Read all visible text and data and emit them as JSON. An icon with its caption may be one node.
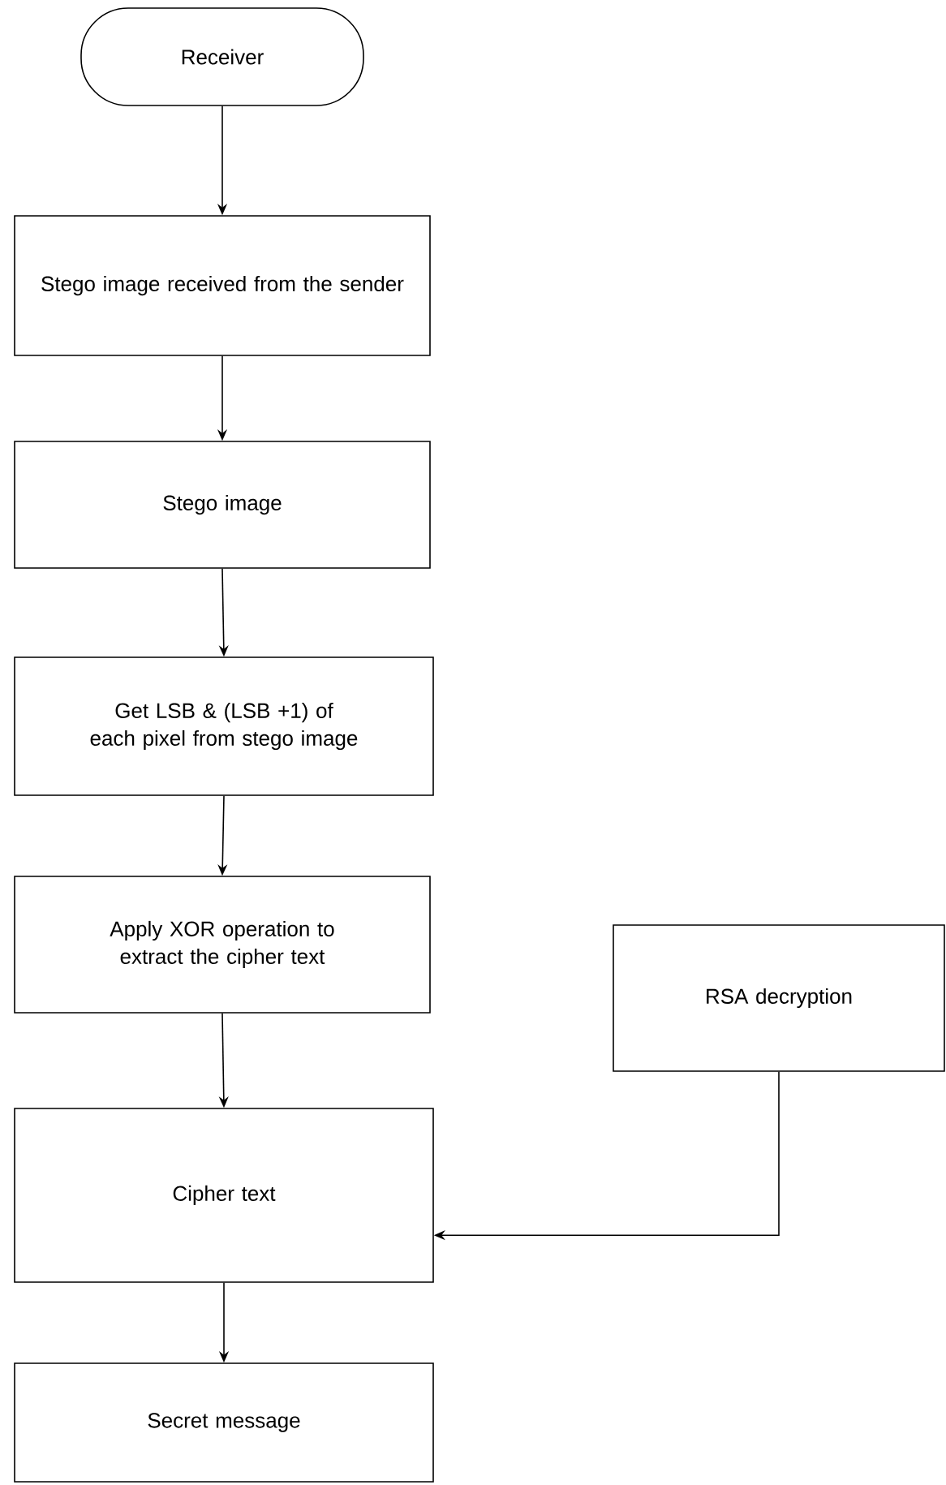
{
  "diagram": {
    "nodes": [
      {
        "text": [
          "Receiver"
        ]
      },
      {
        "text": [
          "Stego image received from the sender"
        ]
      },
      {
        "text": [
          "Stego image"
        ]
      },
      {
        "text": [
          "Get LSB & (LSB +1) of each pixel from stego image"
        ]
      },
      {
        "text": [
          "Apply XOR operation to extract the cipher text"
        ]
      },
      {
        "text": [
          "Cipher text"
        ]
      },
      {
        "text": [
          "RSA decryption"
        ]
      },
      {
        "text": [
          "Secret message"
        ]
      }
    ],
    "edges": [
      {
        "from": 0,
        "to": 1,
        "arrow": "to"
      },
      {
        "from": 1,
        "to": 2,
        "arrow": "to"
      },
      {
        "from": 2,
        "to": 3,
        "arrow": "to"
      },
      {
        "from": 3,
        "to": 4,
        "arrow": "to"
      },
      {
        "from": 4,
        "to": 5,
        "arrow": "to"
      },
      {
        "from": 6,
        "to": 5,
        "arrow": "to"
      },
      {
        "from": 5,
        "to": 7,
        "arrow": "to"
      }
    ]
  }
}
